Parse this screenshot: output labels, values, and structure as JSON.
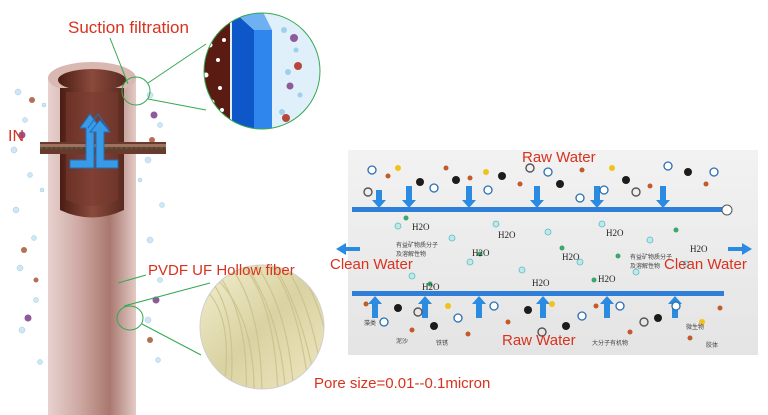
{
  "labels": {
    "suction_filtration": "Suction filtration",
    "inlet": "IN",
    "hollow_fiber": "PVDF UF Hollow fiber",
    "pore_size": "Pore size=0.01--0.1micron",
    "raw_water_top": "Raw Water",
    "raw_water_bottom": "Raw Water",
    "clean_water_left": "Clean Water",
    "clean_water_right": "Clean Water"
  },
  "molecule_label": "H2O",
  "panel_small_text": {
    "left_note_1": "有益矿物质分子",
    "left_note_2": "及溶解性物",
    "right_note_1": "有益矿物质分子",
    "right_note_2": "及溶解性物",
    "bottom_1": "藻类",
    "bottom_2": "泥沙",
    "bottom_3": "铁锈",
    "bottom_4": "大分子有机物",
    "bottom_5": "微生物",
    "bottom_6": "胶体"
  },
  "colors": {
    "label_red": "#d8321e",
    "membrane_blue": "#2f7fd8",
    "arrow_blue": "#2b8be0",
    "tube_brown": "#8a4a3c",
    "panel_bg": "#eeeeee"
  }
}
